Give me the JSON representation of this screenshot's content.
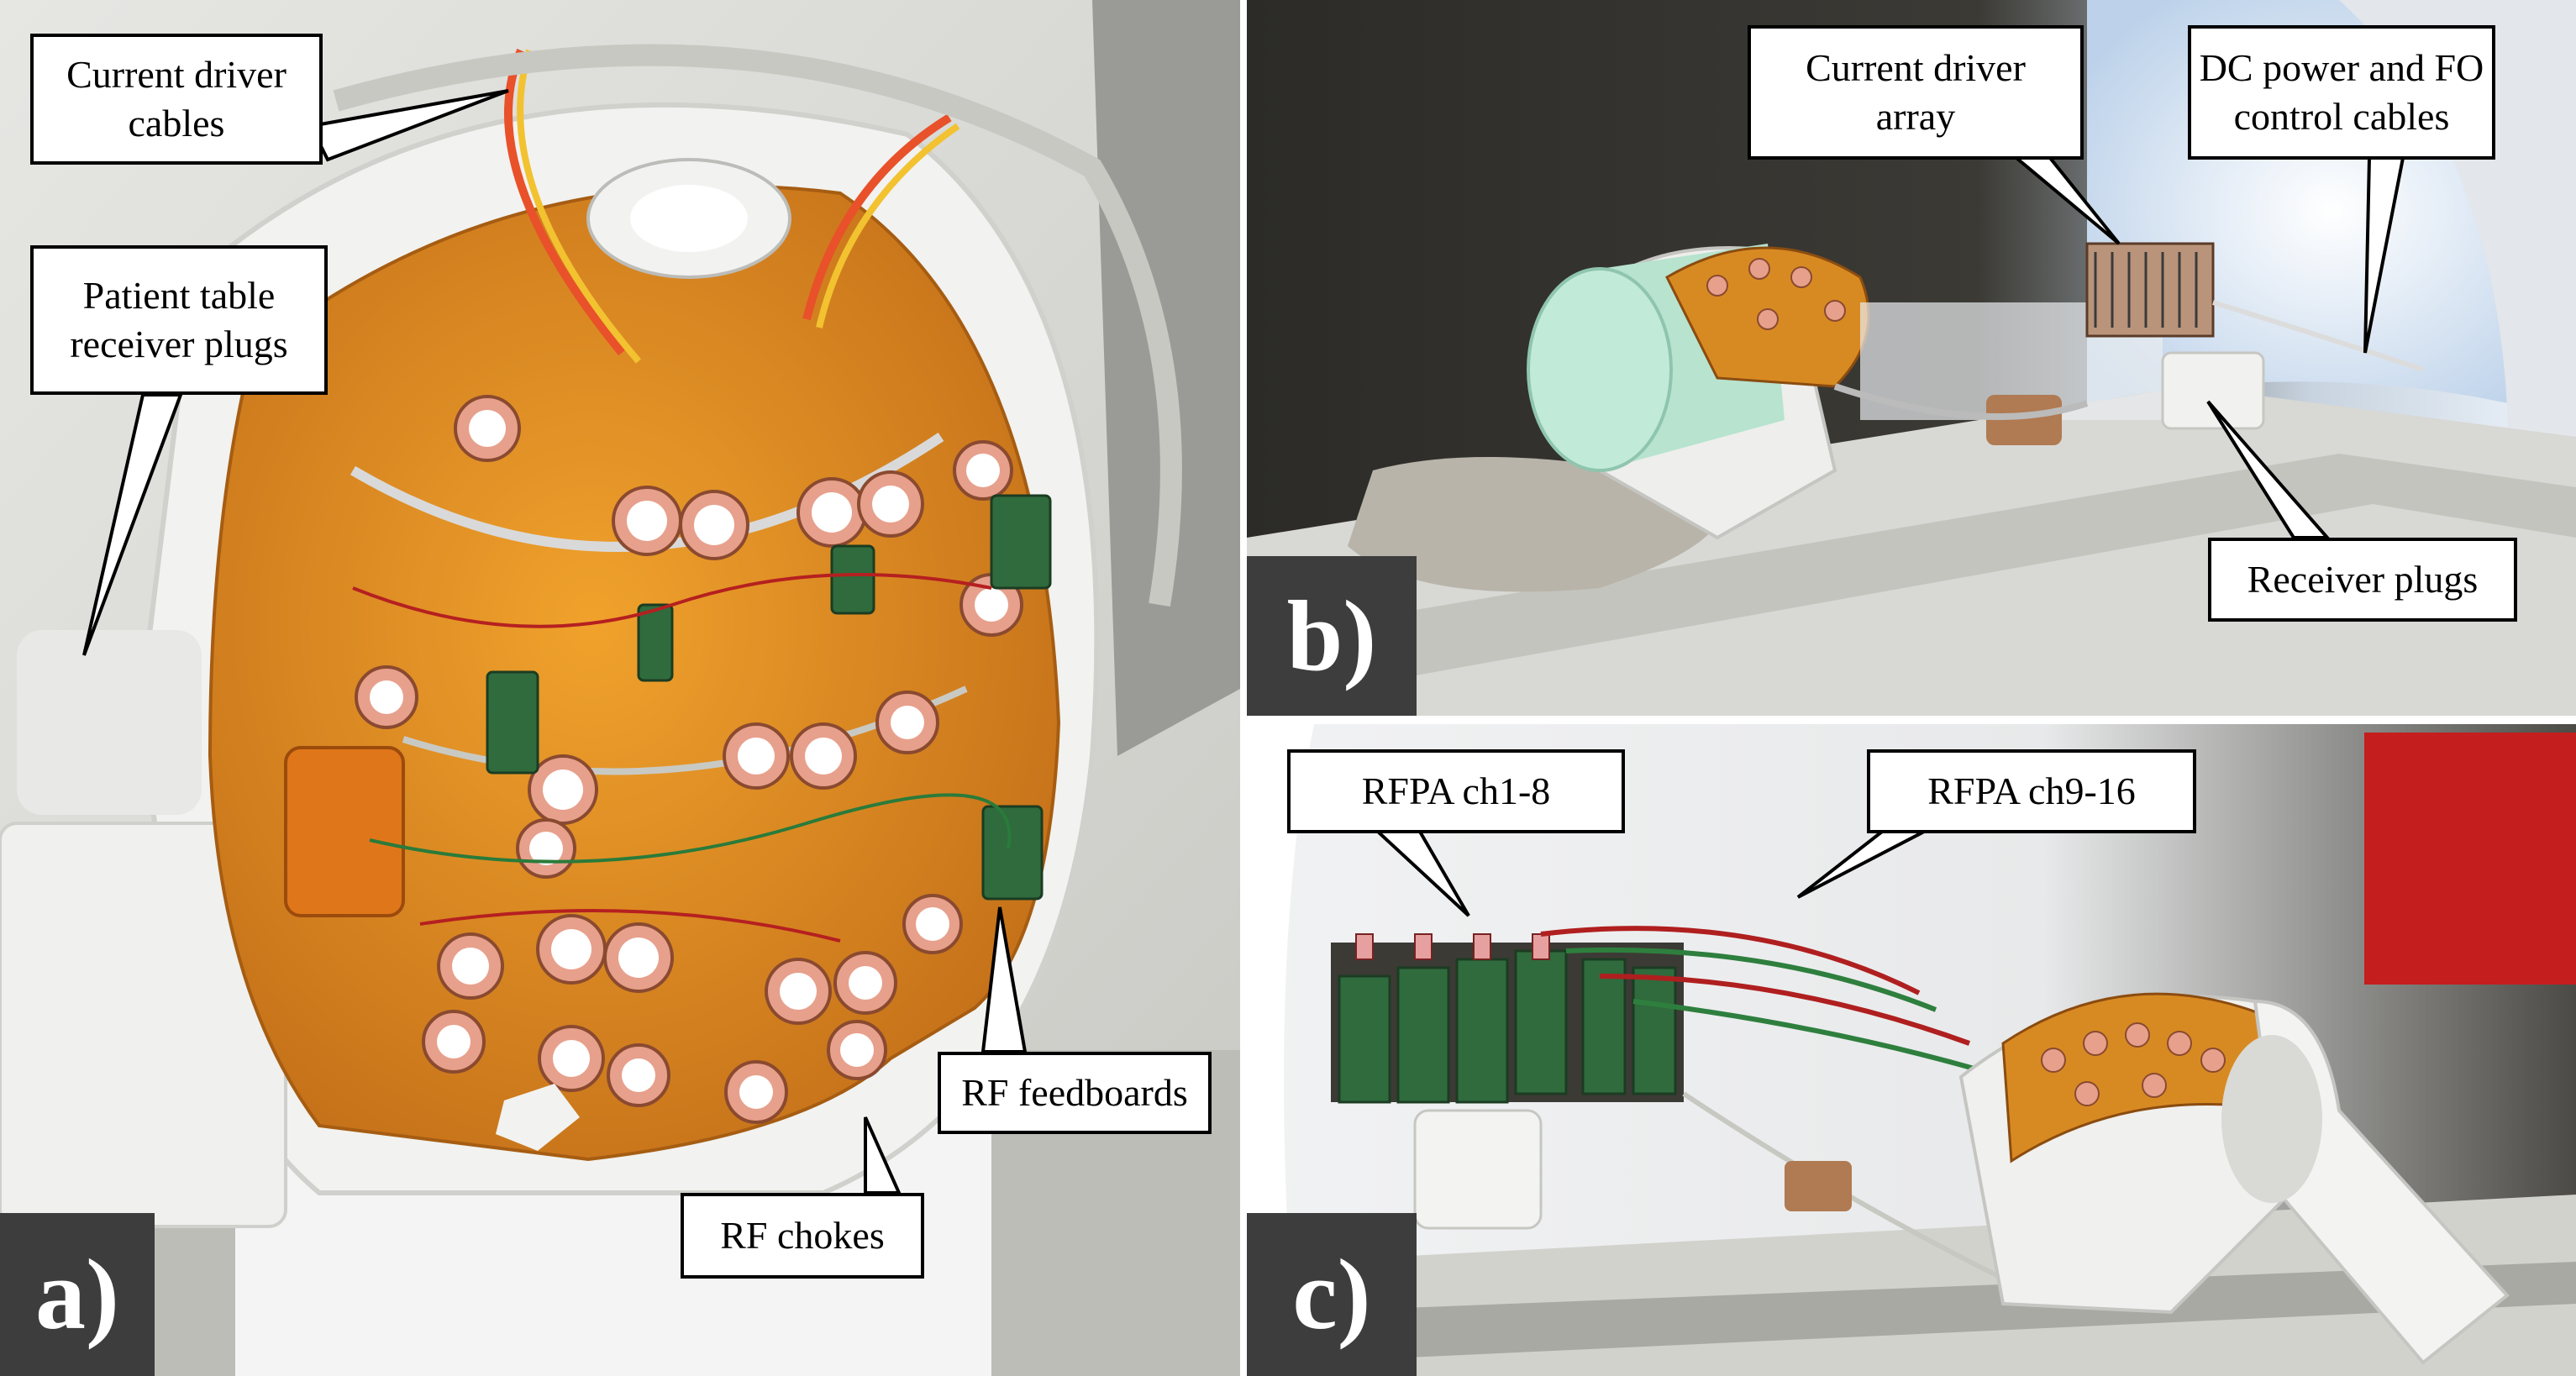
{
  "panels": {
    "a": {
      "label": "a)",
      "callouts": {
        "current_driver_cables": "Current driver\ncables",
        "patient_table_receiver_plugs": "Patient table\nreceiver plugs",
        "rf_feedboards": "RF feedboards",
        "rf_chokes": "RF chokes"
      }
    },
    "b": {
      "label": "b)",
      "callouts": {
        "current_driver_array": "Current driver\narray",
        "dc_power_fo_control_cables": "DC power and FO\ncontrol cables",
        "receiver_plugs": "Receiver plugs"
      }
    },
    "c": {
      "label": "c)",
      "callouts": {
        "rfpa_ch1_8": "RFPA ch1-8",
        "rfpa_ch9_16": "RFPA ch9-16"
      }
    }
  },
  "colors": {
    "frame_white": "#ffffff",
    "callout_border": "#000000",
    "label_bg": "#3d3d3d",
    "coil_orange": "#e0911e",
    "coil_white": "#f2f2f0",
    "scanner_bore_glow": "#eef4fb"
  }
}
